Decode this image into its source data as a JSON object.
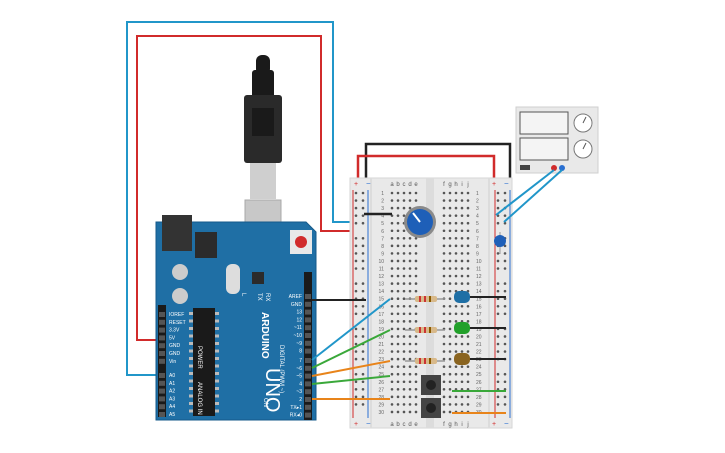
{
  "colors": {
    "board": "#1f6fa5",
    "board_edge": "#165a8a",
    "breadboard": "#e9e9e9",
    "rail_red": "#d12b2b",
    "rail_blue": "#2a6fd1",
    "wire_red": "#d12b2b",
    "wire_blue": "#2196c9",
    "wire_black": "#222222",
    "wire_green": "#3aa83a",
    "wire_orange": "#e8841a",
    "led_blue": "#1f6fa5",
    "led_green": "#22a02a",
    "led_brown": "#8a6420",
    "pot": "#1e5fb8"
  },
  "arduino": {
    "brand": "ARDUINO",
    "model": "UNO",
    "digital_label": "DIGITAL (PWM ~)",
    "power_label": "POWER",
    "analog_label": "ANALOG IN",
    "top_header_pins": [
      "AREF",
      "GND",
      "13",
      "12",
      "~11",
      "~10",
      "~9",
      "8"
    ],
    "bottom_header_pins": [
      "7",
      "~6",
      "~5",
      "4",
      "~3",
      "2",
      "TX▸1",
      "RX◂0"
    ],
    "power_pins": [
      "IOREF",
      "RESET",
      "3.3V",
      "5V",
      "GND",
      "GND",
      "Vin"
    ],
    "analog_pins": [
      "A0",
      "A1",
      "A2",
      "A3",
      "A4",
      "A5"
    ],
    "tx_label": "TX",
    "rx_label": "RX",
    "l_label": "L",
    "on_label": "ON"
  },
  "breadboard": {
    "columns_left": [
      "a",
      "b",
      "c",
      "d",
      "e"
    ],
    "columns_right": [
      "f",
      "g",
      "h",
      "i",
      "j"
    ],
    "row_count": 30,
    "plus": "+",
    "minus": "−"
  },
  "icons": {
    "usb": "usb-cable-icon",
    "pot": "potentiometer-icon",
    "psu": "power-supply-icon"
  }
}
